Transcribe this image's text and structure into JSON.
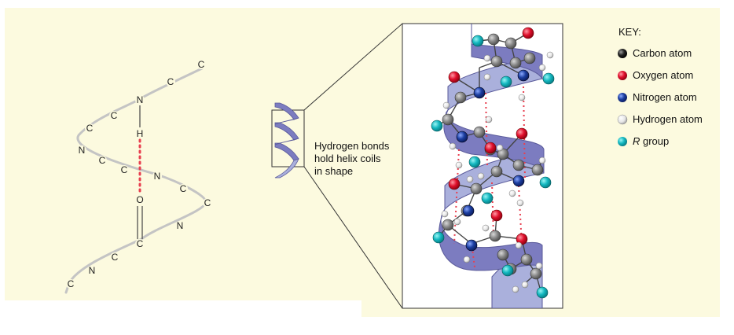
{
  "colors": {
    "background": "#fcfadf",
    "ribbon_light": "#aab0dc",
    "ribbon_dark": "#7c7cc0",
    "ribbon_edge": "#5a5a9a",
    "backbone": "#c4c4c4",
    "hbond": "#e84050",
    "carbon": "#808080",
    "oxygen": "#e0102c",
    "nitrogen": "#1c3ea0",
    "hydrogen": "#e6e6e6",
    "r_group": "#14b8c0"
  },
  "chain_labels": {
    "c1": "C",
    "c2": "C",
    "n1": "N",
    "c3": "C",
    "c4": "C",
    "h": "H",
    "n2": "N",
    "c5": "C",
    "c6": "C",
    "n3": "N",
    "c7": "C",
    "c8": "C",
    "o": "O",
    "n4": "N",
    "c9": "C",
    "c10": "C",
    "n5": "N",
    "c11": "C"
  },
  "caption": {
    "line1": "Hydrogen bonds",
    "line2": "hold helix coils",
    "line3": "in shape"
  },
  "key": {
    "title": "KEY:",
    "items": [
      {
        "label": "Carbon atom",
        "icon": "carbon-atom-icon"
      },
      {
        "label": "Oxygen atom",
        "icon": "oxygen-atom-icon"
      },
      {
        "label": "Nitrogen atom",
        "icon": "nitrogen-atom-icon"
      },
      {
        "label": "Hydrogen atom",
        "icon": "hydrogen-atom-icon"
      },
      {
        "label": "R",
        "suffix": " group",
        "icon": "r-group-icon"
      }
    ]
  }
}
